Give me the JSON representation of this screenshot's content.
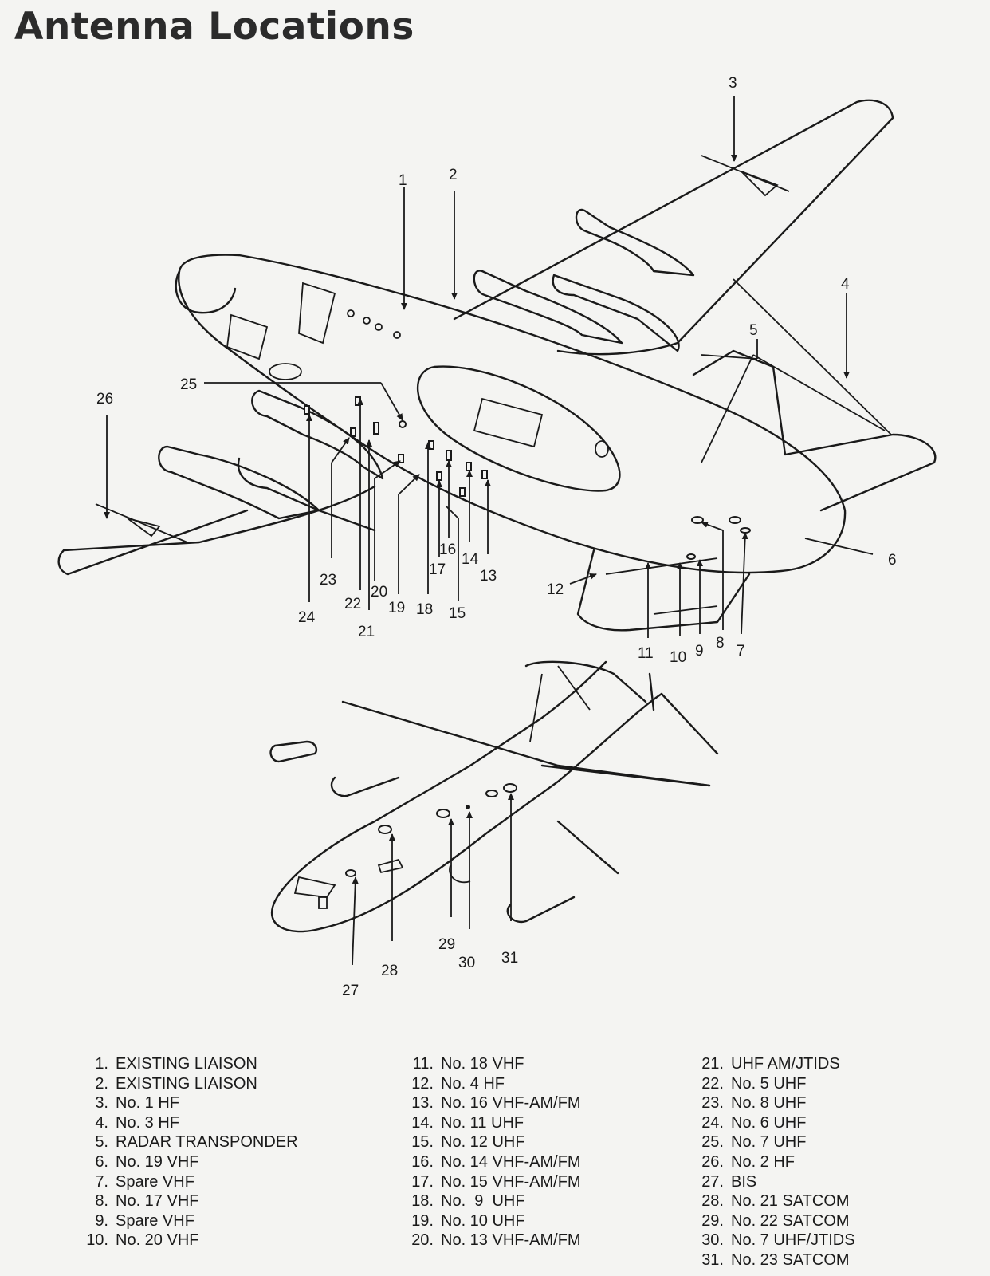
{
  "title": "Antenna Locations",
  "callouts": [
    {
      "id": 1,
      "label": "1"
    },
    {
      "id": 2,
      "label": "2"
    },
    {
      "id": 3,
      "label": "3"
    },
    {
      "id": 4,
      "label": "4"
    },
    {
      "id": 5,
      "label": "5"
    },
    {
      "id": 6,
      "label": "6"
    },
    {
      "id": 7,
      "label": "7"
    },
    {
      "id": 8,
      "label": "8"
    },
    {
      "id": 9,
      "label": "9"
    },
    {
      "id": 10,
      "label": "10"
    },
    {
      "id": 11,
      "label": "11"
    },
    {
      "id": 12,
      "label": "12"
    },
    {
      "id": 13,
      "label": "13"
    },
    {
      "id": 14,
      "label": "14"
    },
    {
      "id": 15,
      "label": "15"
    },
    {
      "id": 16,
      "label": "16"
    },
    {
      "id": 17,
      "label": "17"
    },
    {
      "id": 18,
      "label": "18"
    },
    {
      "id": 19,
      "label": "19"
    },
    {
      "id": 20,
      "label": "20"
    },
    {
      "id": 21,
      "label": "21"
    },
    {
      "id": 22,
      "label": "22"
    },
    {
      "id": 23,
      "label": "23"
    },
    {
      "id": 24,
      "label": "24"
    },
    {
      "id": 25,
      "label": "25"
    },
    {
      "id": 26,
      "label": "26"
    },
    {
      "id": 27,
      "label": "27"
    },
    {
      "id": 28,
      "label": "28"
    },
    {
      "id": 29,
      "label": "29"
    },
    {
      "id": 30,
      "label": "30"
    },
    {
      "id": 31,
      "label": "31"
    }
  ],
  "legend": [
    {
      "num": "1.",
      "text": "EXISTING LIAISON"
    },
    {
      "num": "2.",
      "text": "EXISTING LIAISON"
    },
    {
      "num": "3.",
      "text": "No. 1 HF"
    },
    {
      "num": "4.",
      "text": "No. 3 HF"
    },
    {
      "num": "5.",
      "text": "RADAR TRANSPONDER"
    },
    {
      "num": "6.",
      "text": "No. 19 VHF"
    },
    {
      "num": "7.",
      "text": "Spare VHF"
    },
    {
      "num": "8.",
      "text": "No. 17 VHF"
    },
    {
      "num": "9.",
      "text": "Spare VHF"
    },
    {
      "num": "10.",
      "text": "No. 20 VHF"
    },
    {
      "num": "11.",
      "text": "No. 18 VHF"
    },
    {
      "num": "12.",
      "text": "No. 4 HF"
    },
    {
      "num": "13.",
      "text": "No. 16 VHF-AM/FM"
    },
    {
      "num": "14.",
      "text": "No. 11 UHF"
    },
    {
      "num": "15.",
      "text": "No. 12 UHF"
    },
    {
      "num": "16.",
      "text": "No. 14 VHF-AM/FM"
    },
    {
      "num": "17.",
      "text": "No. 15 VHF-AM/FM"
    },
    {
      "num": "18.",
      "text": "No.  9  UHF"
    },
    {
      "num": "19.",
      "text": "No. 10 UHF"
    },
    {
      "num": "20.",
      "text": "No. 13 VHF-AM/FM"
    },
    {
      "num": "21.",
      "text": "UHF AM/JTIDS"
    },
    {
      "num": "22.",
      "text": "No. 5 UHF"
    },
    {
      "num": "23.",
      "text": "No. 8 UHF"
    },
    {
      "num": "24.",
      "text": "No. 6 UHF"
    },
    {
      "num": "25.",
      "text": "No. 7 UHF"
    },
    {
      "num": "26.",
      "text": "No. 2 HF"
    },
    {
      "num": "27.",
      "text": "BIS"
    },
    {
      "num": "28.",
      "text": "No. 21 SATCOM"
    },
    {
      "num": "29.",
      "text": "No. 22 SATCOM"
    },
    {
      "num": "30.",
      "text": "No. 7 UHF/JTIDS"
    },
    {
      "num": "31.",
      "text": "No. 23 SATCOM"
    }
  ]
}
